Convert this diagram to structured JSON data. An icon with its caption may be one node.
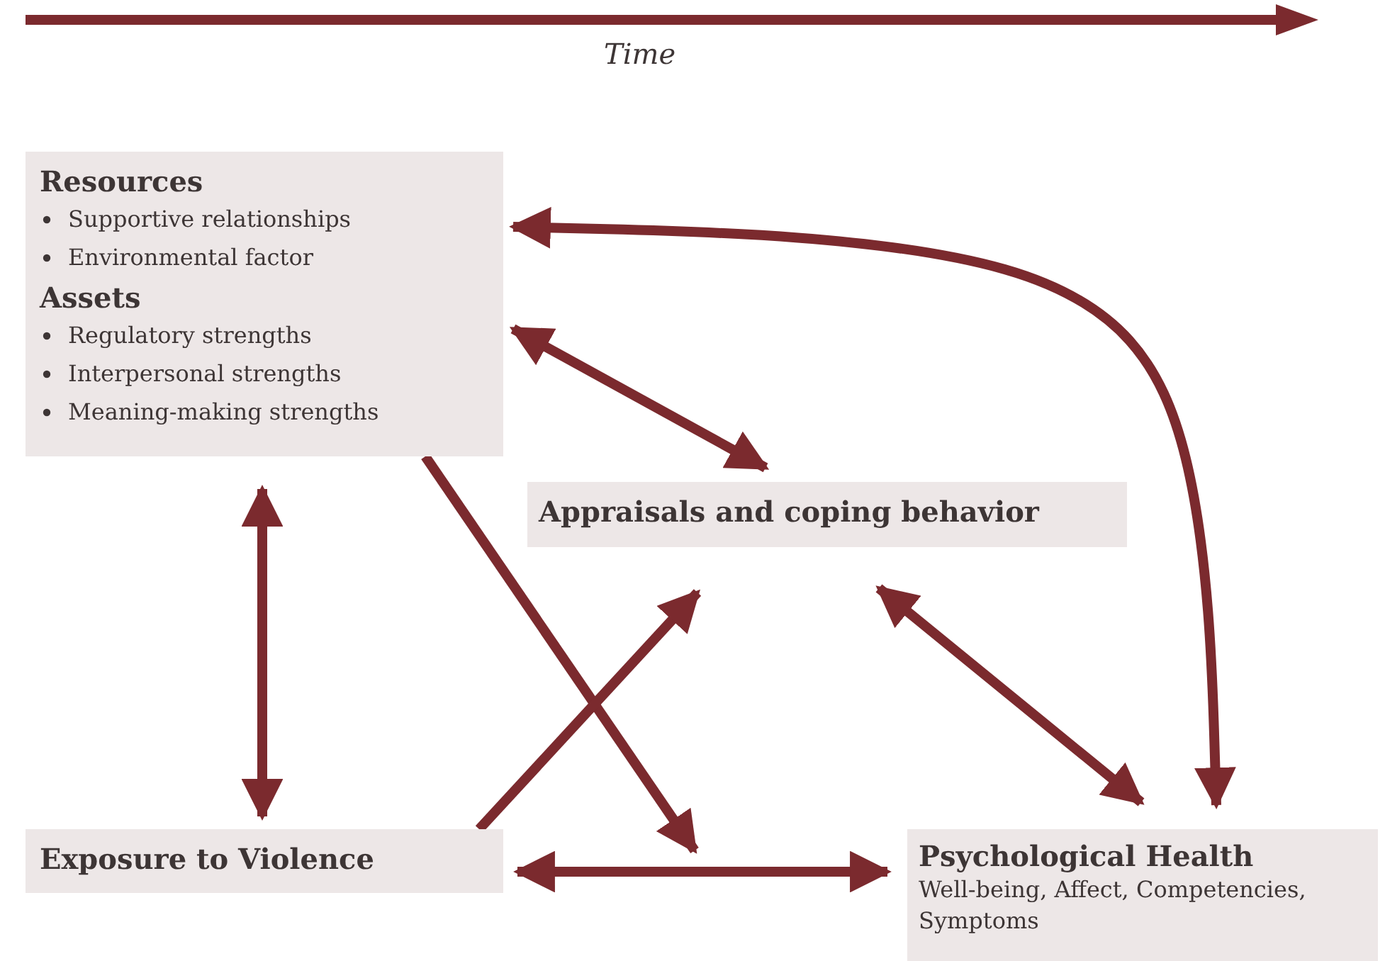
{
  "diagram": {
    "nodes": [
      {
        "text": [
          "Resources",
          "Supportive relationships",
          "Environmental factor",
          "Assets",
          "Regulatory strengths",
          "Interpersonal strengths",
          "Meaning-making strengths"
        ]
      },
      {
        "text": [
          "Appraisals and coping behavior"
        ]
      },
      {
        "text": [
          "Exposure to Violence"
        ]
      },
      {
        "text": [
          "Psychological Health",
          "Well-being, Affect, Competencies, Symptoms"
        ]
      }
    ],
    "edges": [
      {
        "from": 3,
        "to": 0,
        "arrow": "both"
      },
      {
        "from": 0,
        "to": 1,
        "arrow": "both"
      },
      {
        "from": 0,
        "to": 2,
        "arrow": "both"
      },
      {
        "from": 0,
        "to": null,
        "arrow": "to"
      },
      {
        "from": 2,
        "to": 1,
        "arrow": "to"
      },
      {
        "from": 1,
        "to": 3,
        "arrow": "both"
      },
      {
        "from": 2,
        "to": 3,
        "arrow": "both"
      }
    ],
    "labels": [
      "Time"
    ]
  }
}
